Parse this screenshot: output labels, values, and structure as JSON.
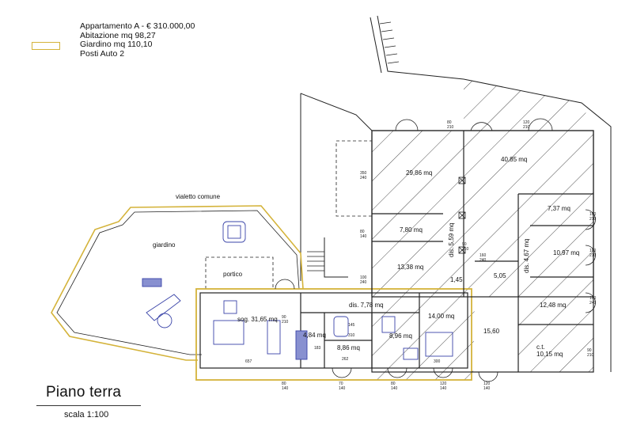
{
  "legend": {
    "line1": "Appartamento A - € 310.000,00",
    "line2": "Abitazione mq 98,27",
    "line3": "Giardino mq 110,10",
    "line4": "Posti Auto 2",
    "swatch_color": "#d4b33a"
  },
  "title": "Piano terra",
  "scale": "scala 1:100",
  "labels": {
    "vialetto": "vialetto comune",
    "giardino": "giardino",
    "portico": "portico",
    "sog": "sog. 31,65 mq",
    "dis1": "dis. 7,78 mq",
    "bagno": "4,84 mq",
    "cam1": "8,86 mq",
    "cam2": "8,96 mq",
    "cam3": "14,00 mq",
    "r2986": "29,86 mq",
    "r4085": "40,85 mq",
    "r737": "7,37 mq",
    "r780": "7,80 mq",
    "dis2": "dis. 5,59 mq",
    "dis3": "dis. 4,67 mq",
    "r1097": "10,97 mq",
    "r1338": "13,38 mq",
    "r145": "1,45",
    "r505": "5,05",
    "r1248": "12,48 mq",
    "r1560": "15,60",
    "ct": "c.t.",
    "r1015": "10,15 mq"
  },
  "dims": [
    "350",
    "240",
    "80",
    "140",
    "100",
    "240",
    "80",
    "210",
    "90",
    "210",
    "90",
    "210",
    "160",
    "210",
    "160",
    "210",
    "160",
    "240",
    "160",
    "240",
    "90",
    "210",
    "80",
    "140",
    "70",
    "140",
    "80",
    "140",
    "120",
    "140",
    "120",
    "140",
    "120",
    "210",
    "657",
    "262",
    "300",
    "145",
    "310",
    "183"
  ]
}
